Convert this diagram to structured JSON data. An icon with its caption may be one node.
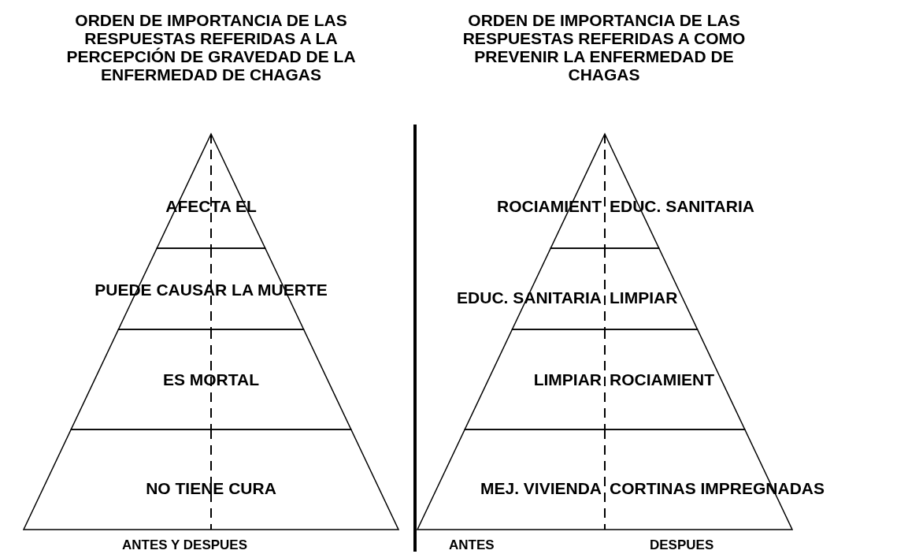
{
  "diagram": {
    "nodes": [
      {
        "text": [
          "AFECTA EL"
        ]
      },
      {
        "text": [
          "PUEDE CAUSAR LA MUERTE"
        ]
      },
      {
        "text": [
          "ES MORTAL"
        ]
      },
      {
        "text": [
          "NO TIENE CURA"
        ]
      },
      {
        "text": [
          "ROCIAMIENT",
          "EDUC. SANITARIA"
        ]
      },
      {
        "text": [
          "EDUC. SANITARIA",
          "LIMPIAR"
        ]
      },
      {
        "text": [
          "LIMPIAR",
          "ROCIAMIENT"
        ]
      },
      {
        "text": [
          "MEJ. VIVIENDA",
          "CORTINAS IMPREGNADAS"
        ]
      }
    ],
    "edges": [],
    "labels": [
      "ORDEN DE IMPORTANCIA DE LAS RESPUESTAS REFERIDAS A LA PERCEPCIÓN DE GRAVEDAD DE LA ENFERMEDAD DE CHAGAS",
      "ORDEN DE IMPORTANCIA DE LAS RESPUESTAS REFERIDAS A COMO PREVENIR LA ENFERMEDAD DE CHAGAS",
      "ANTES Y DESPUES",
      "ANTES",
      "DESPUES"
    ]
  }
}
